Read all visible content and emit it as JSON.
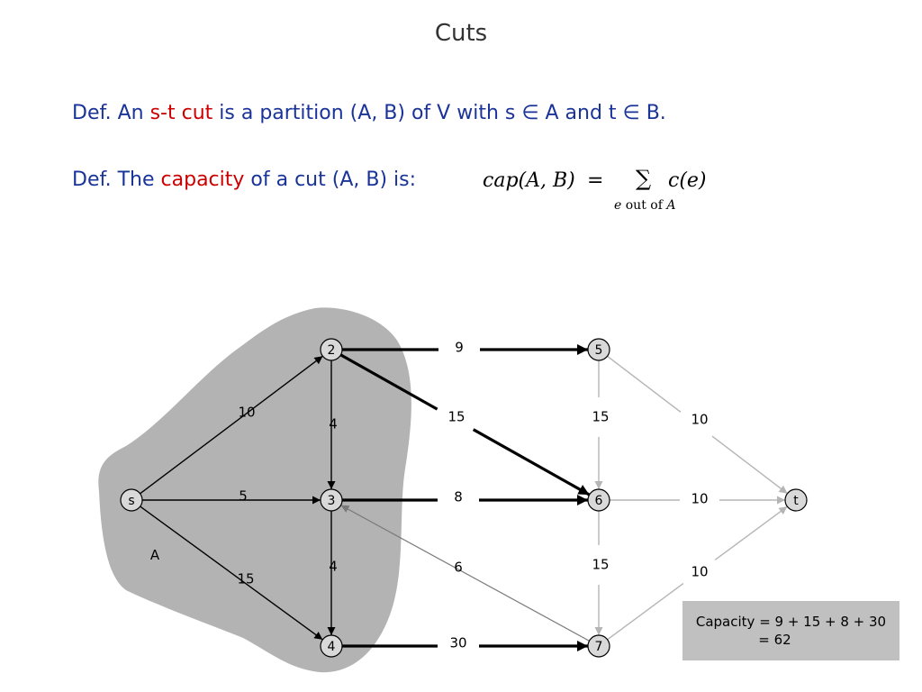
{
  "title": "Cuts",
  "def1": {
    "prefix": "Def.  An ",
    "term": "s-t cut",
    "suffix": " is a partition (A, B) of V with s ∈ A and t ∈ B."
  },
  "def2": {
    "prefix": "Def. The ",
    "term": "capacity",
    "suffix": " of a cut (A, B) is:"
  },
  "formula": {
    "lhs": "cap(A, B)",
    "equals": "=",
    "sum": "∑",
    "term": "c(e)",
    "subscript_var": "e",
    "subscript_text": " out of ",
    "subscript_set": "A"
  },
  "region_label": "A",
  "nodes": [
    {
      "id": "s",
      "label": "s",
      "in_A": true
    },
    {
      "id": "2",
      "label": "2",
      "in_A": true
    },
    {
      "id": "3",
      "label": "3",
      "in_A": true
    },
    {
      "id": "4",
      "label": "4",
      "in_A": true
    },
    {
      "id": "5",
      "label": "5",
      "in_A": false
    },
    {
      "id": "6",
      "label": "6",
      "in_A": false
    },
    {
      "id": "7",
      "label": "7",
      "in_A": false
    },
    {
      "id": "t",
      "label": "t",
      "in_A": false
    }
  ],
  "edges": [
    {
      "from": "s",
      "to": "2",
      "capacity": "10",
      "kind": "inside"
    },
    {
      "from": "s",
      "to": "3",
      "capacity": "5",
      "kind": "inside"
    },
    {
      "from": "s",
      "to": "4",
      "capacity": "15",
      "kind": "inside"
    },
    {
      "from": "2",
      "to": "3",
      "capacity": "4",
      "kind": "inside"
    },
    {
      "from": "3",
      "to": "4",
      "capacity": "4",
      "kind": "inside"
    },
    {
      "from": "2",
      "to": "5",
      "capacity": "9",
      "kind": "cut"
    },
    {
      "from": "2",
      "to": "6",
      "capacity": "15",
      "kind": "cut"
    },
    {
      "from": "3",
      "to": "6",
      "capacity": "8",
      "kind": "cut"
    },
    {
      "from": "4",
      "to": "7",
      "capacity": "30",
      "kind": "cut"
    },
    {
      "from": "7",
      "to": "3",
      "capacity": "6",
      "kind": "back"
    },
    {
      "from": "5",
      "to": "6",
      "capacity": "15",
      "kind": "outside"
    },
    {
      "from": "6",
      "to": "7",
      "capacity": "15",
      "kind": "outside"
    },
    {
      "from": "5",
      "to": "t",
      "capacity": "10",
      "kind": "outside"
    },
    {
      "from": "6",
      "to": "t",
      "capacity": "10",
      "kind": "outside"
    },
    {
      "from": "7",
      "to": "t",
      "capacity": "10",
      "kind": "outside"
    }
  ],
  "capacity_box": {
    "line1": "Capacity = 9 + 15 + 8 + 30",
    "line2": "= 62"
  },
  "colors": {
    "def_text": "#1a3399",
    "highlight": "#cc0000",
    "region_fill": "#b3b3b3",
    "box_fill": "#c0c0c0",
    "node_fill": "#d9d9d9"
  }
}
